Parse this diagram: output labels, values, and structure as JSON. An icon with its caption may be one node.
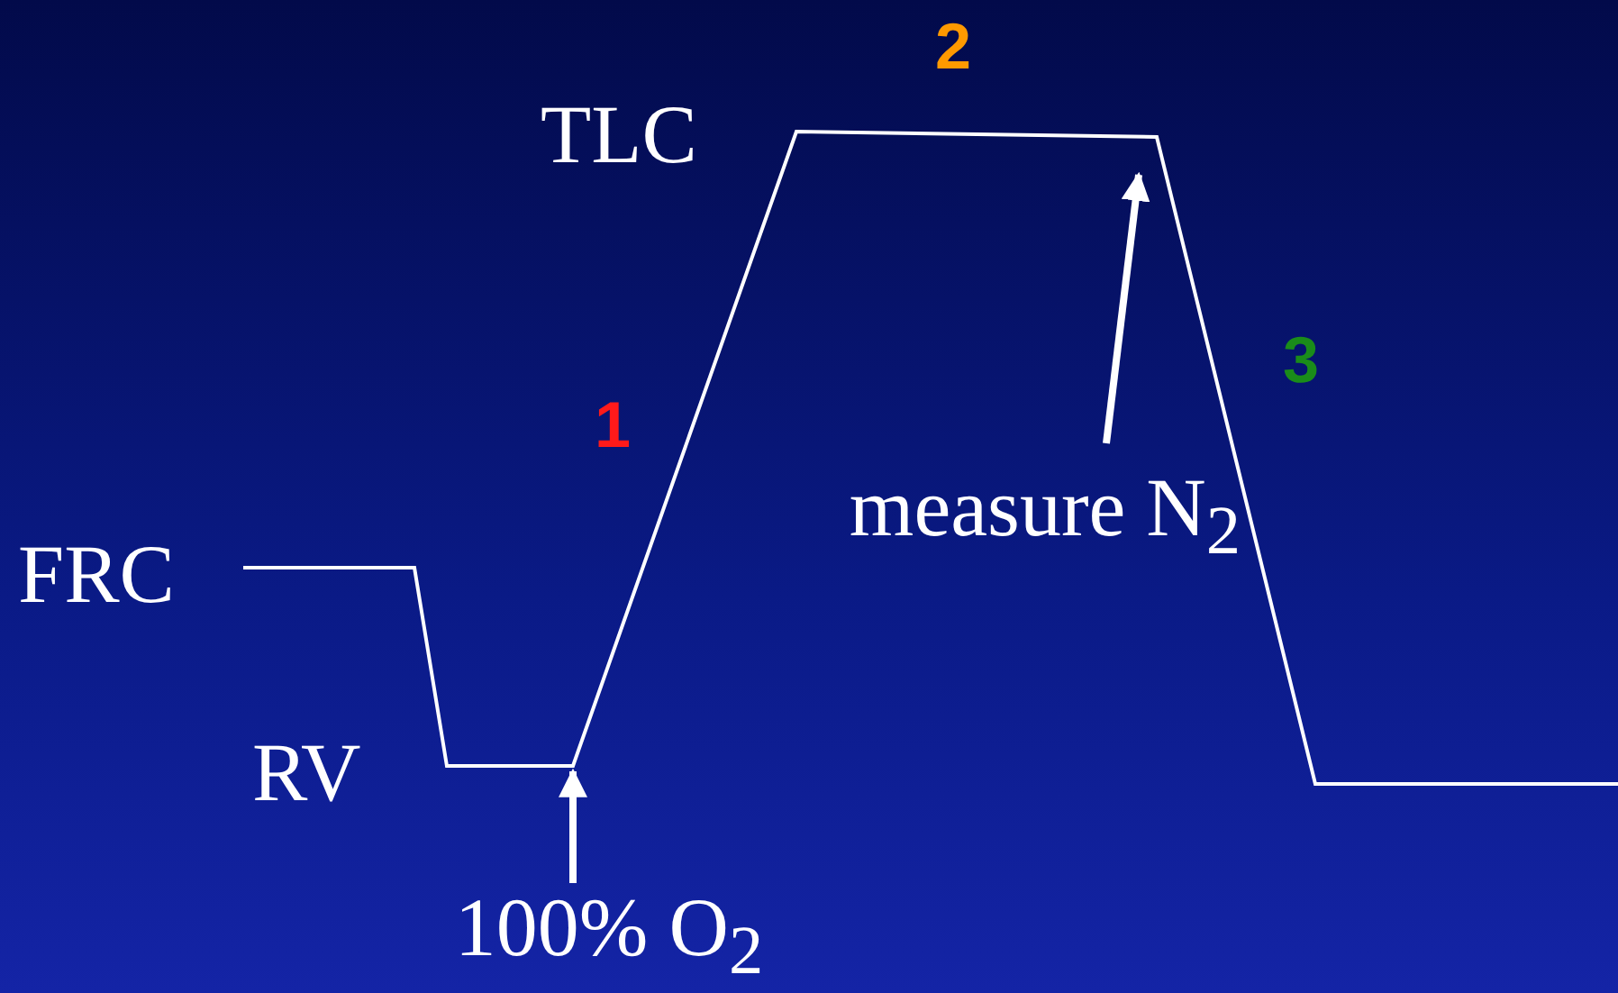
{
  "diagram": {
    "nodes": [
      {
        "text": [
          "measure N$_{2}$"
        ]
      },
      {
        "text": [
          "100% O$_{2}$"
        ]
      }
    ],
    "edges": [
      {
        "from": 0,
        "to": null,
        "arrow": "to"
      },
      {
        "from": 1,
        "to": null,
        "arrow": "to"
      }
    ],
    "labels": [
      "2",
      "TLC",
      "3",
      "1",
      "FRC",
      "RV"
    ]
  }
}
